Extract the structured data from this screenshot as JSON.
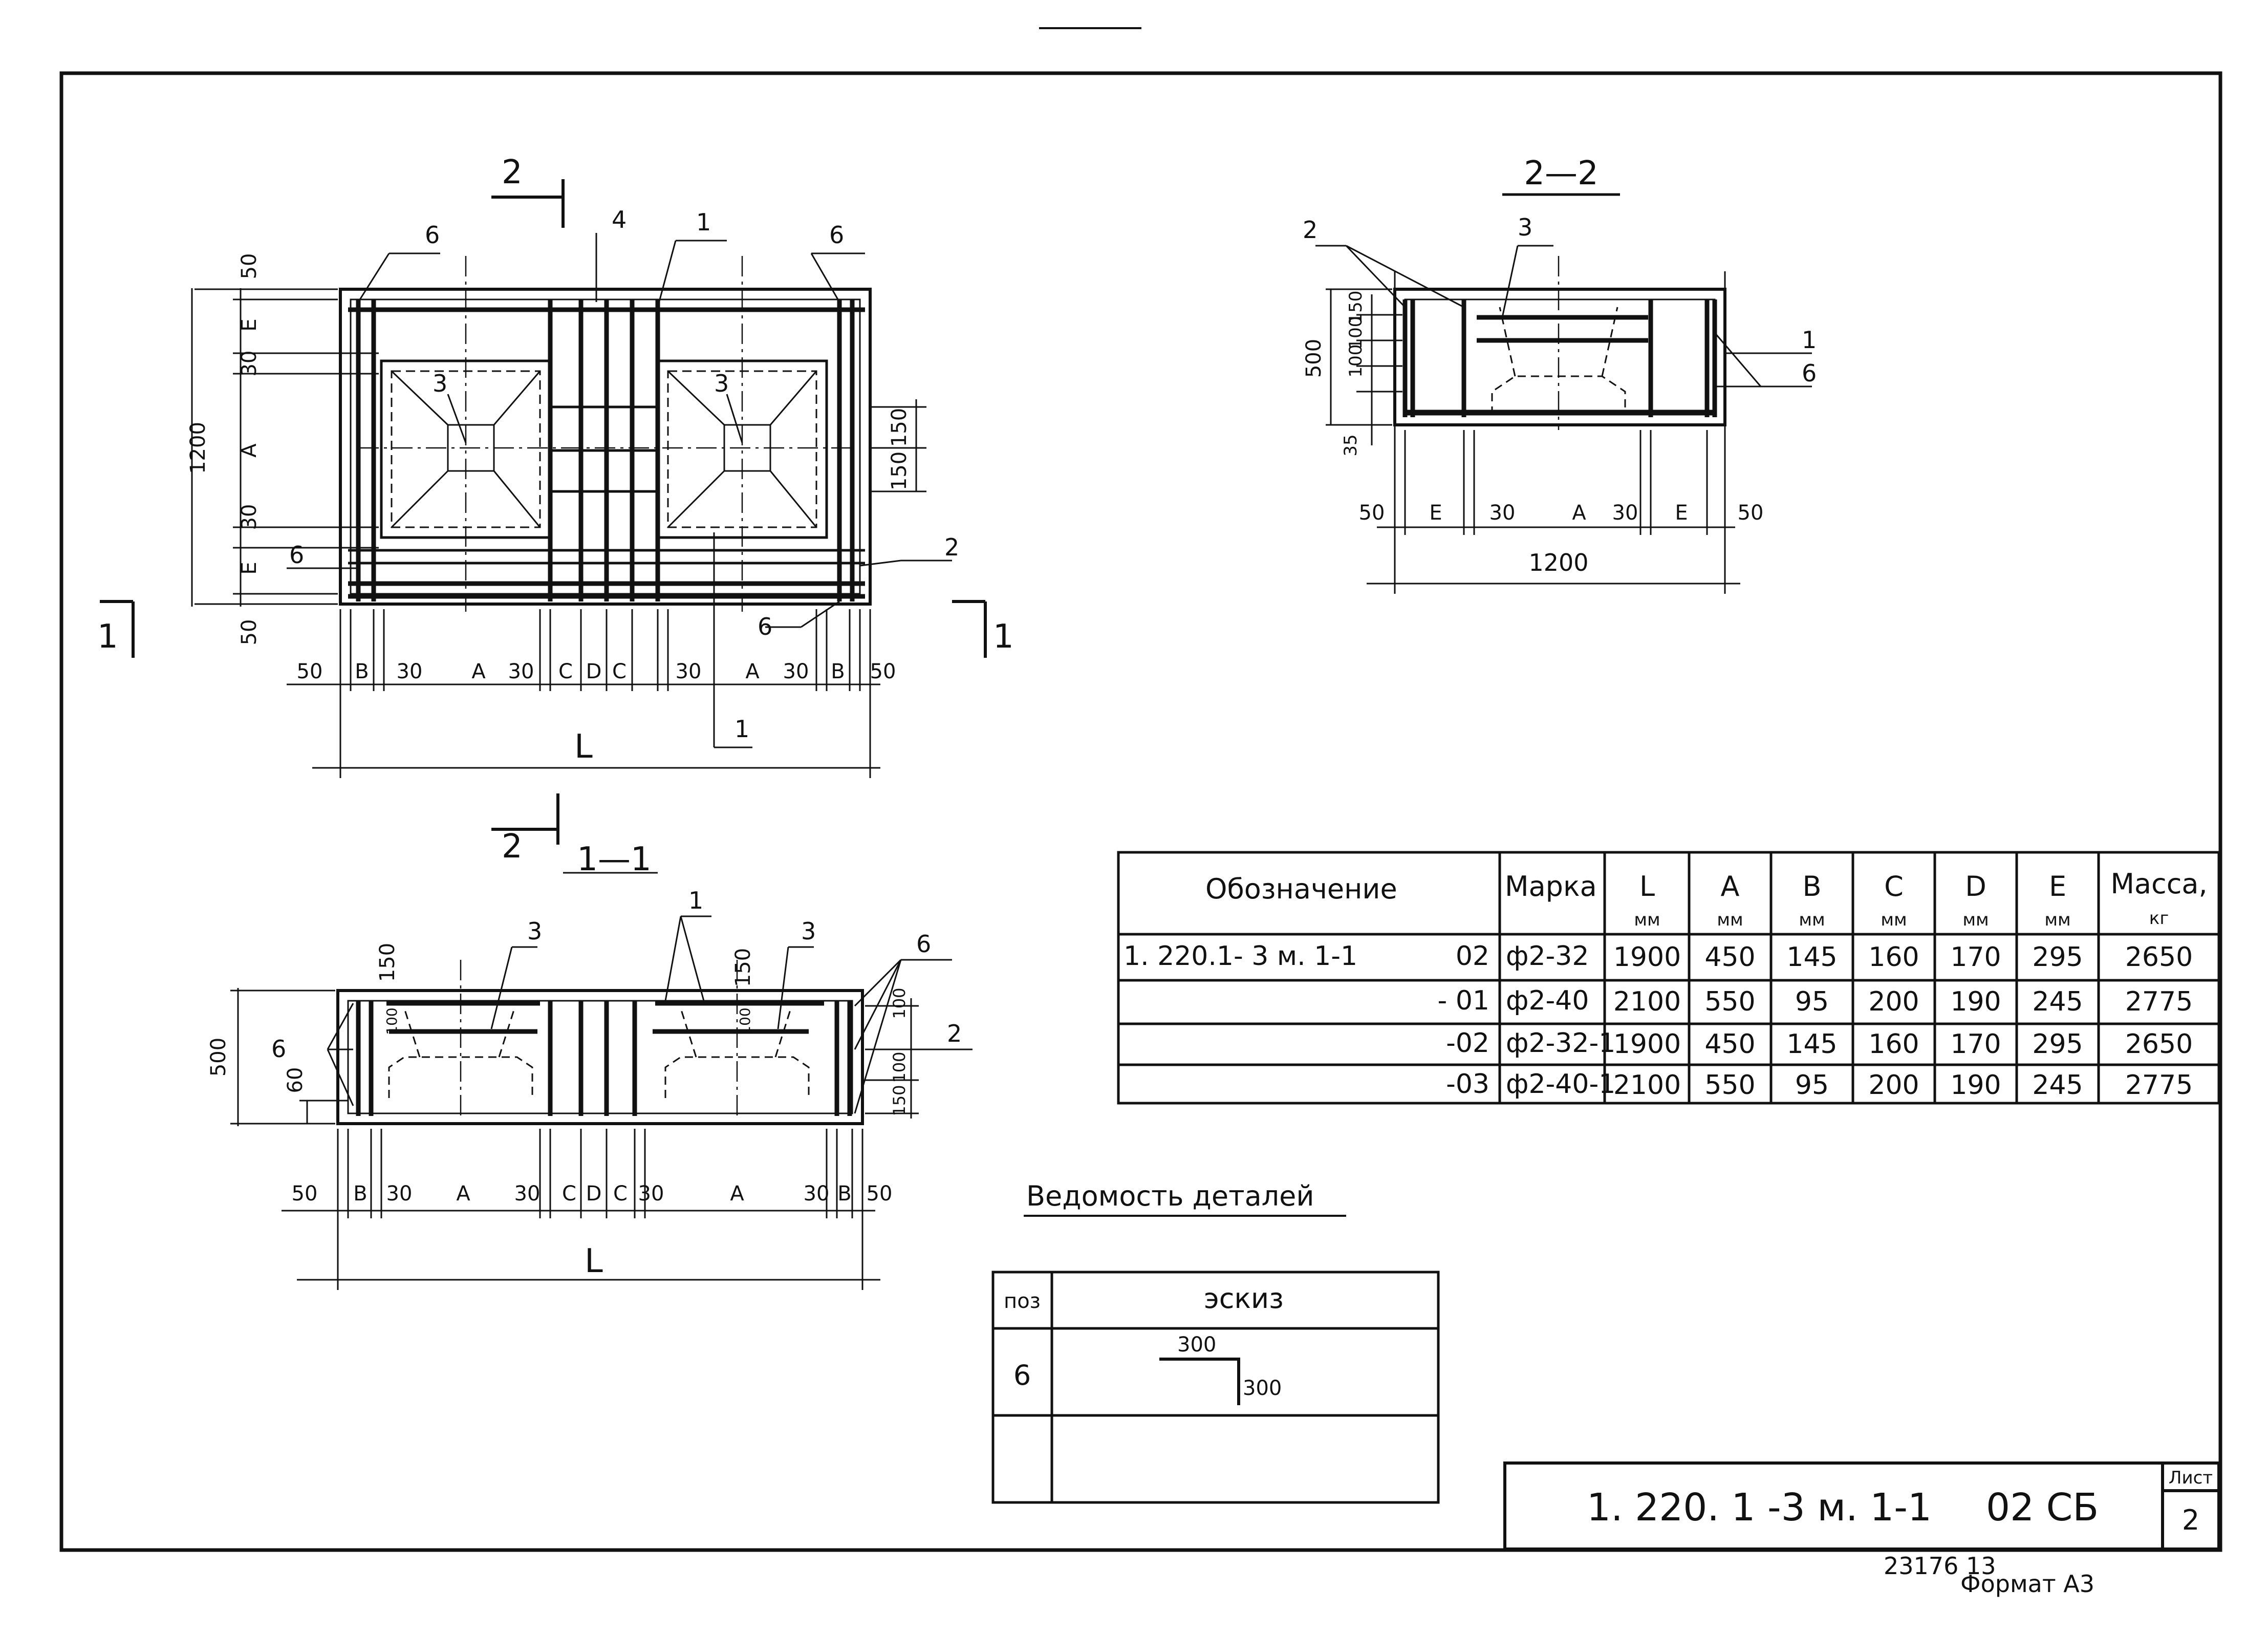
{
  "plan": {
    "section_2_mark": "2",
    "callouts": {
      "c6_left": "6",
      "c4": "4",
      "c1_top": "1",
      "c6_right": "6",
      "c3_left": "3",
      "c3_right": "3",
      "c6_bottom_left": "6",
      "c2_right": "2",
      "c6_bottom_mid": "6",
      "c1_bottom": "1"
    },
    "section_1_left": "1",
    "section_1_right": "1",
    "vdims": [
      "50",
      "E",
      "30",
      "A",
      "1200",
      "30",
      "E",
      "50"
    ],
    "right_dims": [
      "150",
      "150"
    ],
    "hdims": [
      "50",
      "B",
      "30",
      "A",
      "30",
      "C",
      "D",
      "C",
      "30",
      "A",
      "30",
      "B",
      "50"
    ],
    "overall": "L"
  },
  "section11": {
    "title": "1—1",
    "section_2_mark": "2",
    "callouts": {
      "c1": "1",
      "c3_left": "3",
      "c3_right": "3",
      "c6_right": "6",
      "c6_left": "6",
      "c2": "2"
    },
    "dims_left": [
      "500",
      "60"
    ],
    "dims_inner": [
      "150",
      "100",
      "150",
      "100"
    ],
    "dims_right": [
      "100",
      "100",
      "150"
    ],
    "hdims": [
      "50",
      "B",
      "30",
      "A",
      "30",
      "C",
      "D",
      "C",
      "30",
      "A",
      "30",
      "B",
      "50"
    ],
    "overall": "L"
  },
  "section22": {
    "title": "2—2",
    "callouts": {
      "c2": "2",
      "c3": "3",
      "c1": "1",
      "c6": "6"
    },
    "vdims": [
      "150",
      "100",
      "100",
      "500",
      "35"
    ],
    "hdims": [
      "50",
      "E",
      "30",
      "A",
      "30",
      "E",
      "50"
    ],
    "overall": "1200"
  },
  "table": {
    "headers": [
      {
        "label": "Обозначение",
        "unit": ""
      },
      {
        "label": "Марка",
        "unit": ""
      },
      {
        "label": "L",
        "unit": "мм"
      },
      {
        "label": "A",
        "unit": "мм"
      },
      {
        "label": "B",
        "unit": "мм"
      },
      {
        "label": "C",
        "unit": "мм"
      },
      {
        "label": "D",
        "unit": "мм"
      },
      {
        "label": "E",
        "unit": "мм"
      },
      {
        "label": "Масса,",
        "unit": "кг"
      }
    ],
    "rows": [
      {
        "code": "1. 220.1- 3 м. 1-1",
        "suffix": "02",
        "mark": "ф2-32",
        "L": "1900",
        "A": "450",
        "B": "145",
        "C": "160",
        "D": "170",
        "E": "295",
        "mass": "2650"
      },
      {
        "code": "",
        "suffix": "- 01",
        "mark": "ф2-40",
        "L": "2100",
        "A": "550",
        "B": "95",
        "C": "200",
        "D": "190",
        "E": "245",
        "mass": "2775"
      },
      {
        "code": "",
        "suffix": "-02",
        "mark": "ф2-32-1",
        "L": "1900",
        "A": "450",
        "B": "145",
        "C": "160",
        "D": "170",
        "E": "295",
        "mass": "2650"
      },
      {
        "code": "",
        "suffix": "-03",
        "mark": "ф2-40-1",
        "L": "2100",
        "A": "550",
        "B": "95",
        "C": "200",
        "D": "190",
        "E": "245",
        "mass": "2775"
      }
    ]
  },
  "parts": {
    "title": "Ведомость деталей",
    "col_pos": "поз",
    "col_sketch": "эскиз",
    "rows": [
      {
        "pos": "6",
        "dim_h": "300",
        "dim_v": "300"
      }
    ]
  },
  "stamp": {
    "code": "1. 220. 1 -3 м. 1-1",
    "suffix": "02 СБ",
    "sheet_label": "Лист",
    "sheet_no": "2"
  },
  "footer": {
    "inv": "23176  13",
    "format": "Формат  А3"
  }
}
